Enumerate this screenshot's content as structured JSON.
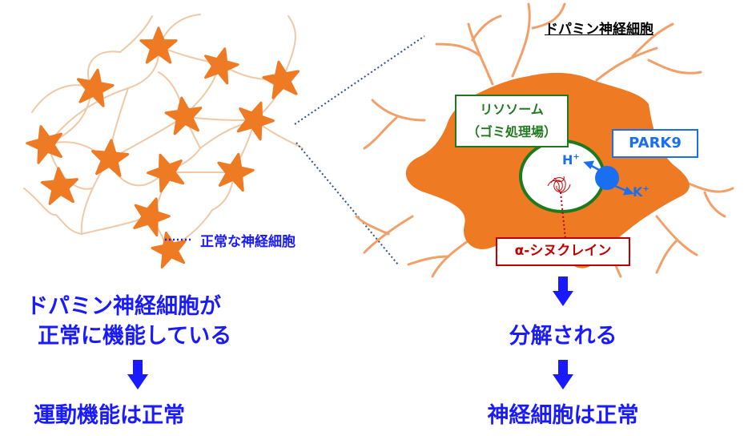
{
  "neuron_title": "ドパミン神経細胞",
  "normal_neuron_label": "正常な神経細胞",
  "lysosome": {
    "line1": "リソソーム",
    "line2": "（ゴミ処理場）"
  },
  "park9_label": "PARK9",
  "ions": {
    "h": "H",
    "k": "K",
    "sup": "+"
  },
  "synuclein_label": "α-シヌクレイン",
  "left_flow": {
    "line1": "ドパミン神経細胞が",
    "line2": "正常に機能している",
    "result": "運動機能は正常"
  },
  "right_flow": {
    "step": "分解される",
    "result": "神経細胞は正常"
  },
  "colors": {
    "neuron_fill": "#ee7a24",
    "neuron_light": "#f2a06a",
    "dendrite": "#efc9a6",
    "lysosome_border": "#1f7a1f",
    "park9_blue": "#1a6ef0",
    "synuclein_red": "#c00000",
    "text_blue": "#1a1aff"
  }
}
